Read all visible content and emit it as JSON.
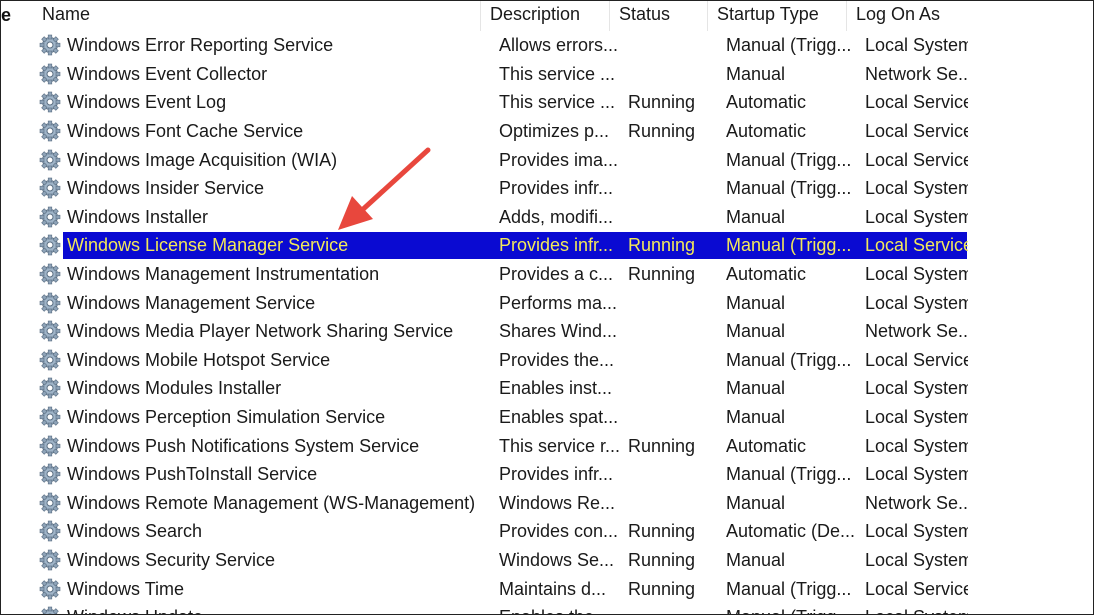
{
  "left_stub": "e",
  "columns": {
    "name": "Name",
    "description": "Description",
    "status": "Status",
    "startup": "Startup Type",
    "logon": "Log On As"
  },
  "colors": {
    "selection_bg": "#0a0ad2",
    "selection_text": "#f2e85a",
    "arrow": "#e8473d"
  },
  "rows": [
    {
      "name": "Windows Error Reporting Service",
      "desc": "Allows errors...",
      "status": "",
      "startup": "Manual (Trigg...",
      "logon": "Local System"
    },
    {
      "name": "Windows Event Collector",
      "desc": "This service ...",
      "status": "",
      "startup": "Manual",
      "logon": "Network Se..."
    },
    {
      "name": "Windows Event Log",
      "desc": "This service ...",
      "status": "Running",
      "startup": "Automatic",
      "logon": "Local Service"
    },
    {
      "name": "Windows Font Cache Service",
      "desc": "Optimizes p...",
      "status": "Running",
      "startup": "Automatic",
      "logon": "Local Service"
    },
    {
      "name": "Windows Image Acquisition (WIA)",
      "desc": "Provides ima...",
      "status": "",
      "startup": "Manual (Trigg...",
      "logon": "Local Service"
    },
    {
      "name": "Windows Insider Service",
      "desc": "Provides infr...",
      "status": "",
      "startup": "Manual (Trigg...",
      "logon": "Local System"
    },
    {
      "name": "Windows Installer",
      "desc": "Adds, modifi...",
      "status": "",
      "startup": "Manual",
      "logon": "Local System"
    },
    {
      "name": "Windows License Manager Service",
      "desc": "Provides infr...",
      "status": "Running",
      "startup": "Manual (Trigg...",
      "logon": "Local Service",
      "selected": true
    },
    {
      "name": "Windows Management Instrumentation",
      "desc": "Provides a c...",
      "status": "Running",
      "startup": "Automatic",
      "logon": "Local System"
    },
    {
      "name": "Windows Management Service",
      "desc": "Performs ma...",
      "status": "",
      "startup": "Manual",
      "logon": "Local System"
    },
    {
      "name": "Windows Media Player Network Sharing Service",
      "desc": "Shares Wind...",
      "status": "",
      "startup": "Manual",
      "logon": "Network Se..."
    },
    {
      "name": "Windows Mobile Hotspot Service",
      "desc": "Provides the...",
      "status": "",
      "startup": "Manual (Trigg...",
      "logon": "Local Service"
    },
    {
      "name": "Windows Modules Installer",
      "desc": "Enables inst...",
      "status": "",
      "startup": "Manual",
      "logon": "Local System"
    },
    {
      "name": "Windows Perception Simulation Service",
      "desc": "Enables spat...",
      "status": "",
      "startup": "Manual",
      "logon": "Local System"
    },
    {
      "name": "Windows Push Notifications System Service",
      "desc": "This service r...",
      "status": "Running",
      "startup": "Automatic",
      "logon": "Local System"
    },
    {
      "name": "Windows PushToInstall Service",
      "desc": "Provides infr...",
      "status": "",
      "startup": "Manual (Trigg...",
      "logon": "Local System"
    },
    {
      "name": "Windows Remote Management (WS-Management)",
      "desc": "Windows Re...",
      "status": "",
      "startup": "Manual",
      "logon": "Network Se..."
    },
    {
      "name": "Windows Search",
      "desc": "Provides con...",
      "status": "Running",
      "startup": "Automatic (De...",
      "logon": "Local System"
    },
    {
      "name": "Windows Security Service",
      "desc": "Windows Se...",
      "status": "Running",
      "startup": "Manual",
      "logon": "Local System"
    },
    {
      "name": "Windows Time",
      "desc": "Maintains d...",
      "status": "Running",
      "startup": "Manual (Trigg...",
      "logon": "Local Service"
    },
    {
      "name": "Windows Update",
      "desc": "Enables the...",
      "status": "",
      "startup": "Manual (Trigg...",
      "logon": "Local System"
    }
  ]
}
